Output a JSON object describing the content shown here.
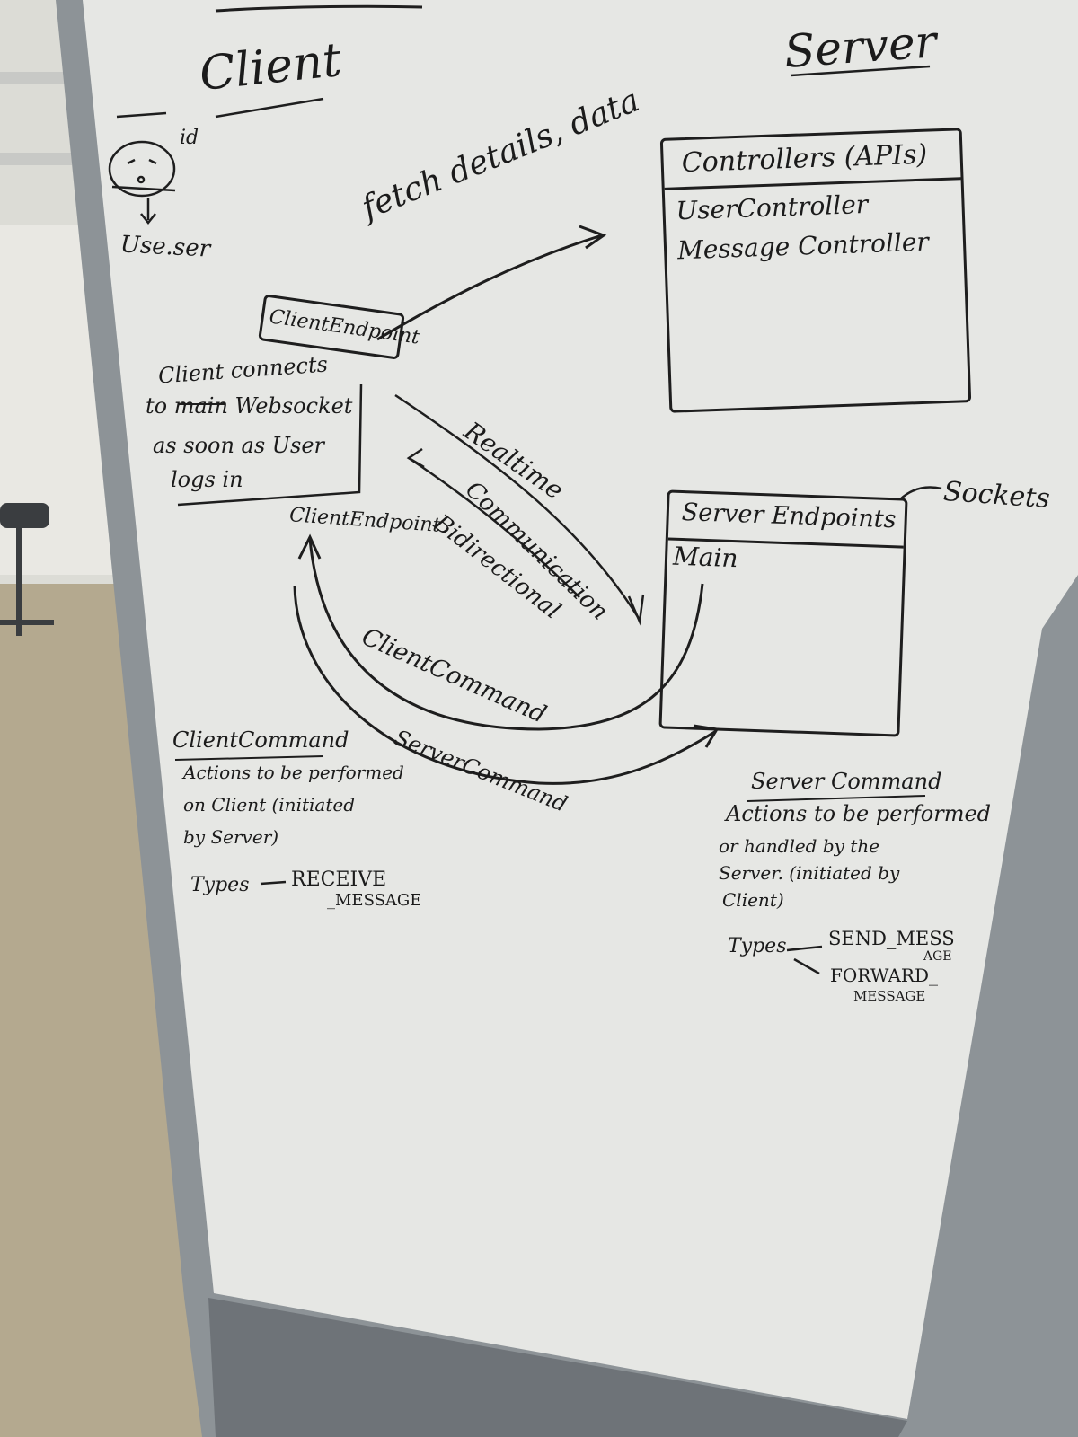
{
  "client_header": "Client",
  "server_header": "Server",
  "user": {
    "id_label": "id",
    "caption": "Use.ser"
  },
  "arrows": {
    "fetch": "fetch details, data",
    "realtime_line1": "Realtime",
    "realtime_line2": "Communication",
    "bidirectional": "Bidirectional",
    "client_command": "ClientCommand",
    "server_command": "ServerCommand"
  },
  "client_endpoint": {
    "label": "ClientEndpoint",
    "note": [
      "Client connects",
      "to main Websocket",
      "as soon as User",
      "logs in"
    ],
    "label_below": "ClientEndpoint"
  },
  "controllers_box": {
    "title": "Controllers (APIs)",
    "items": [
      "UserController",
      "Message Controller"
    ]
  },
  "server_endpoints_box": {
    "title": "Server Endpoints",
    "item": "Main",
    "sockets_label": "Sockets"
  },
  "client_command_note": {
    "title": "ClientCommand",
    "lines": [
      "Actions to be performed",
      "on Client (initiated",
      "by Server)"
    ],
    "types_label": "Types",
    "types": [
      "RECEIVE",
      "_MESSAGE"
    ]
  },
  "server_command_note": {
    "title": "Server Command",
    "lines": [
      "Actions to be performed",
      "or handled by the",
      "Server. (initiated by",
      "Client)"
    ],
    "types_label": "Types",
    "types": [
      "SEND_MESS",
      "AGE",
      "FORWARD_",
      "MESSAGE"
    ]
  },
  "colors": {
    "whiteboard": "#e6e7e4",
    "frame": "#8d9397",
    "marker": "#1b1b1b",
    "carpet": "#b4a98f"
  }
}
